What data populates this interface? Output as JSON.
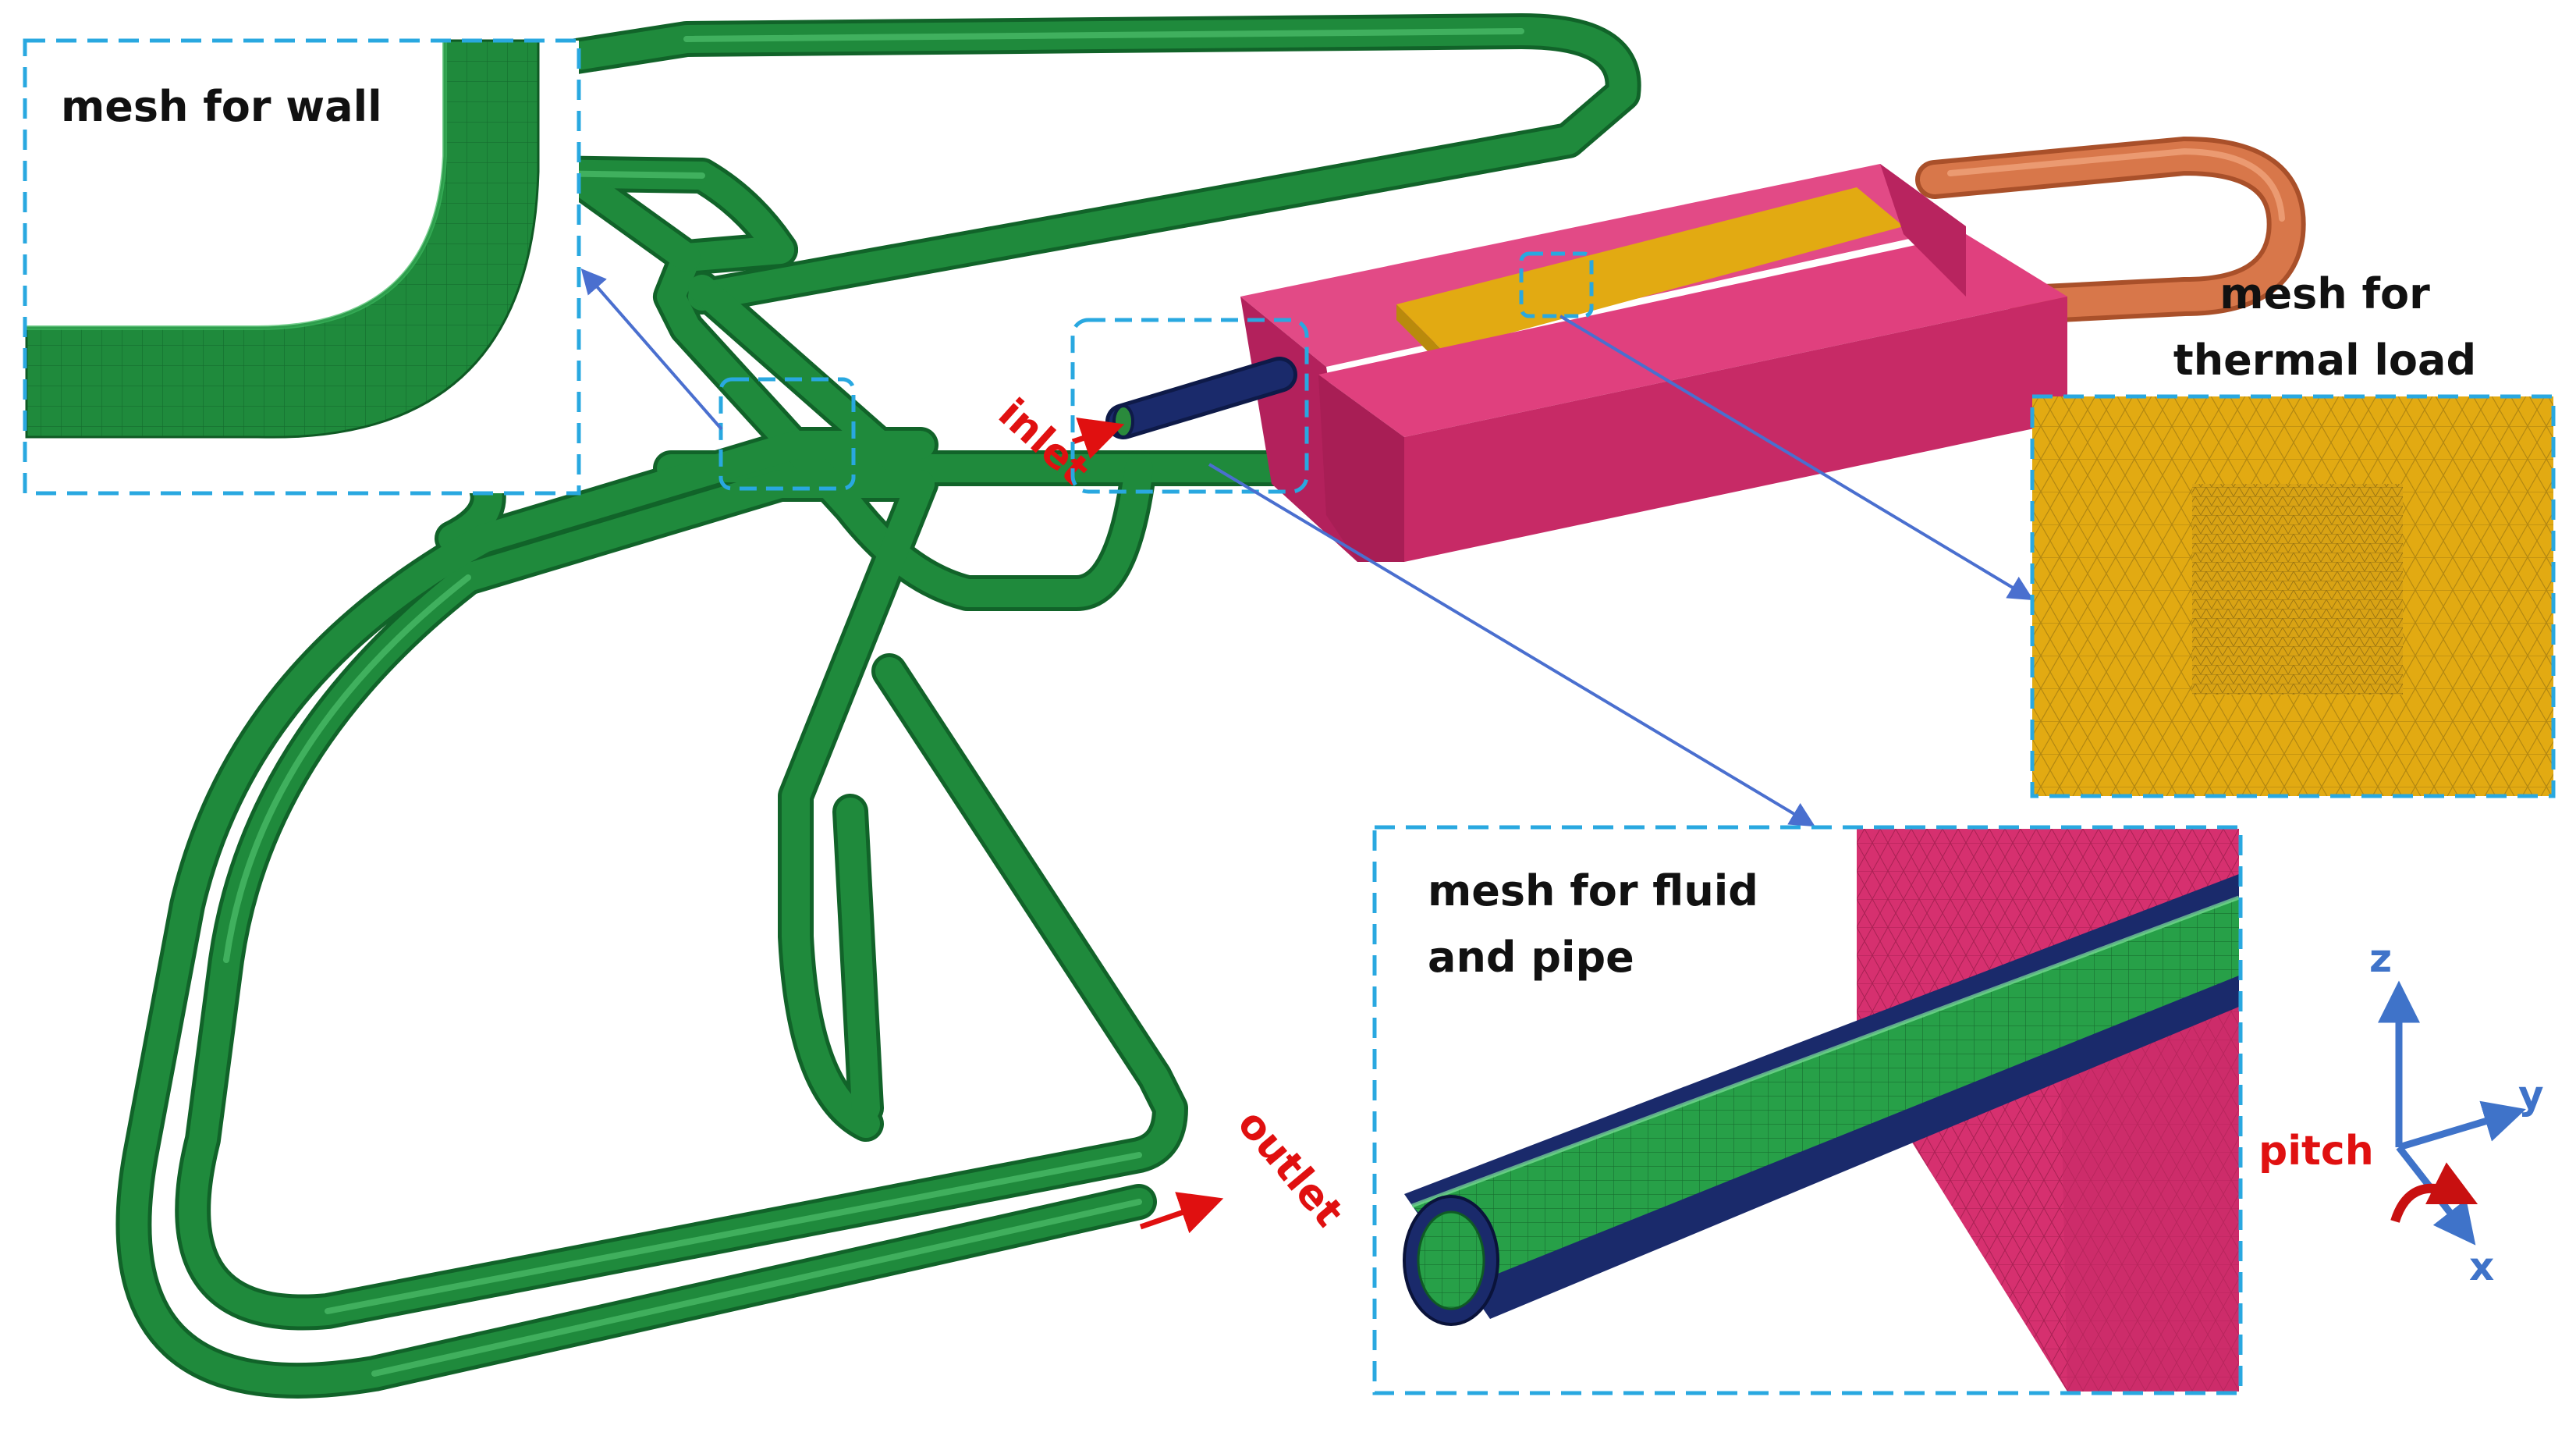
{
  "callouts": {
    "wall": "mesh for wall",
    "thermal_line1": "mesh for",
    "thermal_line2": "thermal load",
    "fluid_line1": "mesh for fluid",
    "fluid_line2": "and pipe"
  },
  "flow_labels": {
    "inlet": "inlet",
    "outlet": "outlet"
  },
  "axes": {
    "z": "z",
    "y": "y",
    "x": "x",
    "rotation": "pitch"
  },
  "colors": {
    "pipe_green": "#1f8a3c",
    "pipe_dark_green": "#116329",
    "magenta_block": "#d6306f",
    "gold_plate": "#e2aa12",
    "copper_pipe": "#d8774a",
    "navy_pipe": "#1a2a6b",
    "callout_border": "#29a8e0",
    "leader_line": "#4a6fcf",
    "flow_arrow": "#e01010",
    "axis_blue": "#3f73c9",
    "label_red": "#e01010",
    "label_blue": "#3f73c9"
  }
}
